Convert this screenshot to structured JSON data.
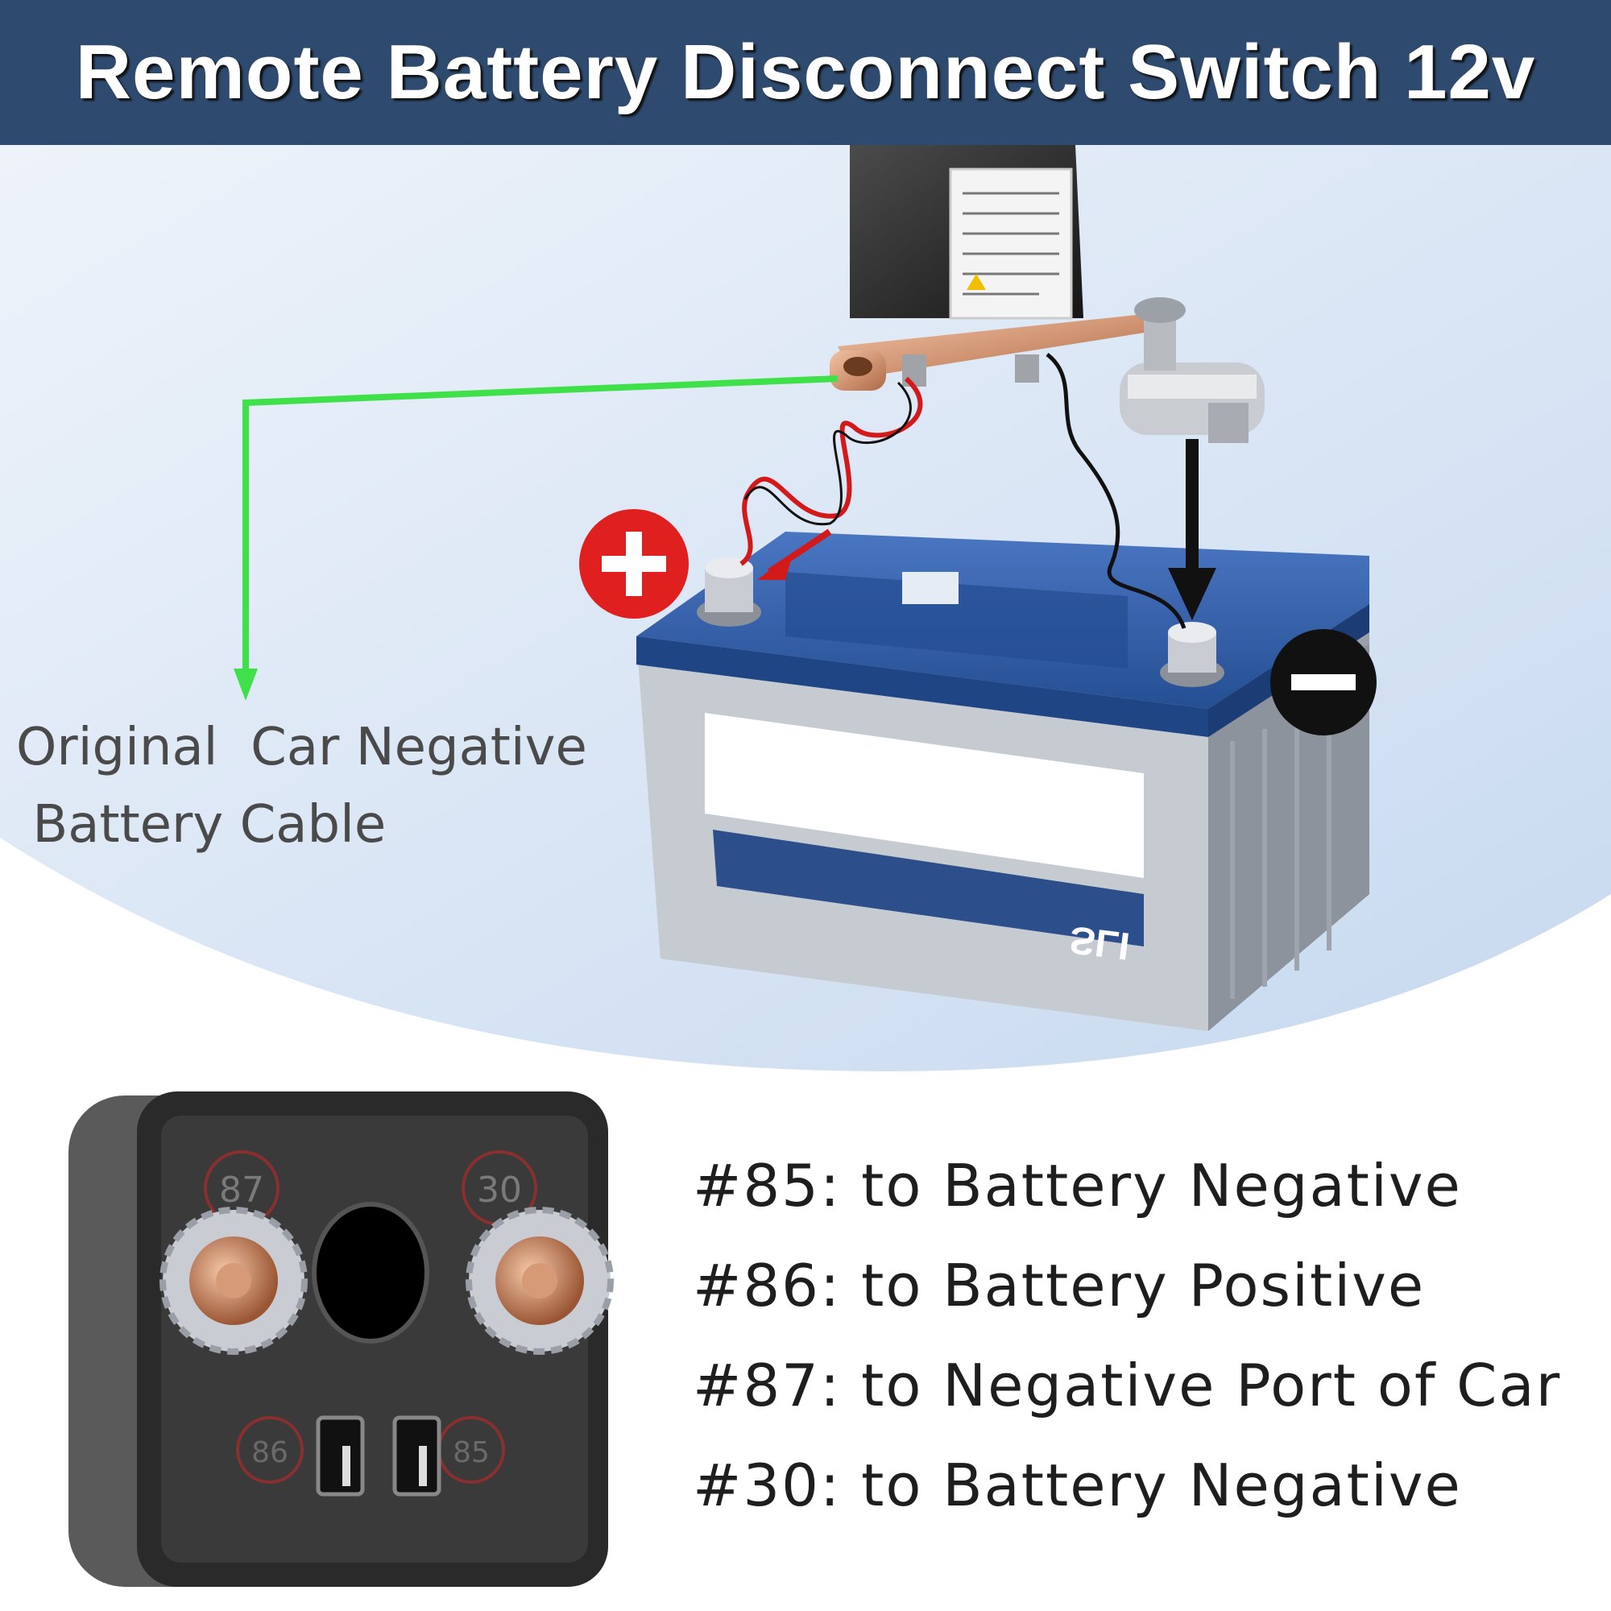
{
  "header": {
    "title": "Remote Battery Disconnect Switch 12v"
  },
  "colors": {
    "header_bg": "#2e4a6e",
    "arrow_green": "#3fe04a",
    "positive_badge": "#e01f1f",
    "negative_badge": "#111111",
    "battery_blue": "#2f5da8"
  },
  "diagram": {
    "cable_label_lines": [
      "Original  Car Negative",
      " Battery Cable"
    ],
    "positive_symbol": "+",
    "negative_symbol": "−",
    "battery_brand": "SLI",
    "terminal_numbers": [
      "87",
      "30",
      "86",
      "85"
    ]
  },
  "pins": [
    {
      "text": "#85: to Battery Negative"
    },
    {
      "text": "#86: to Battery Positive"
    },
    {
      "text": "#87: to Negative Port of Car"
    },
    {
      "text": "#30: to Battery Negative"
    }
  ]
}
